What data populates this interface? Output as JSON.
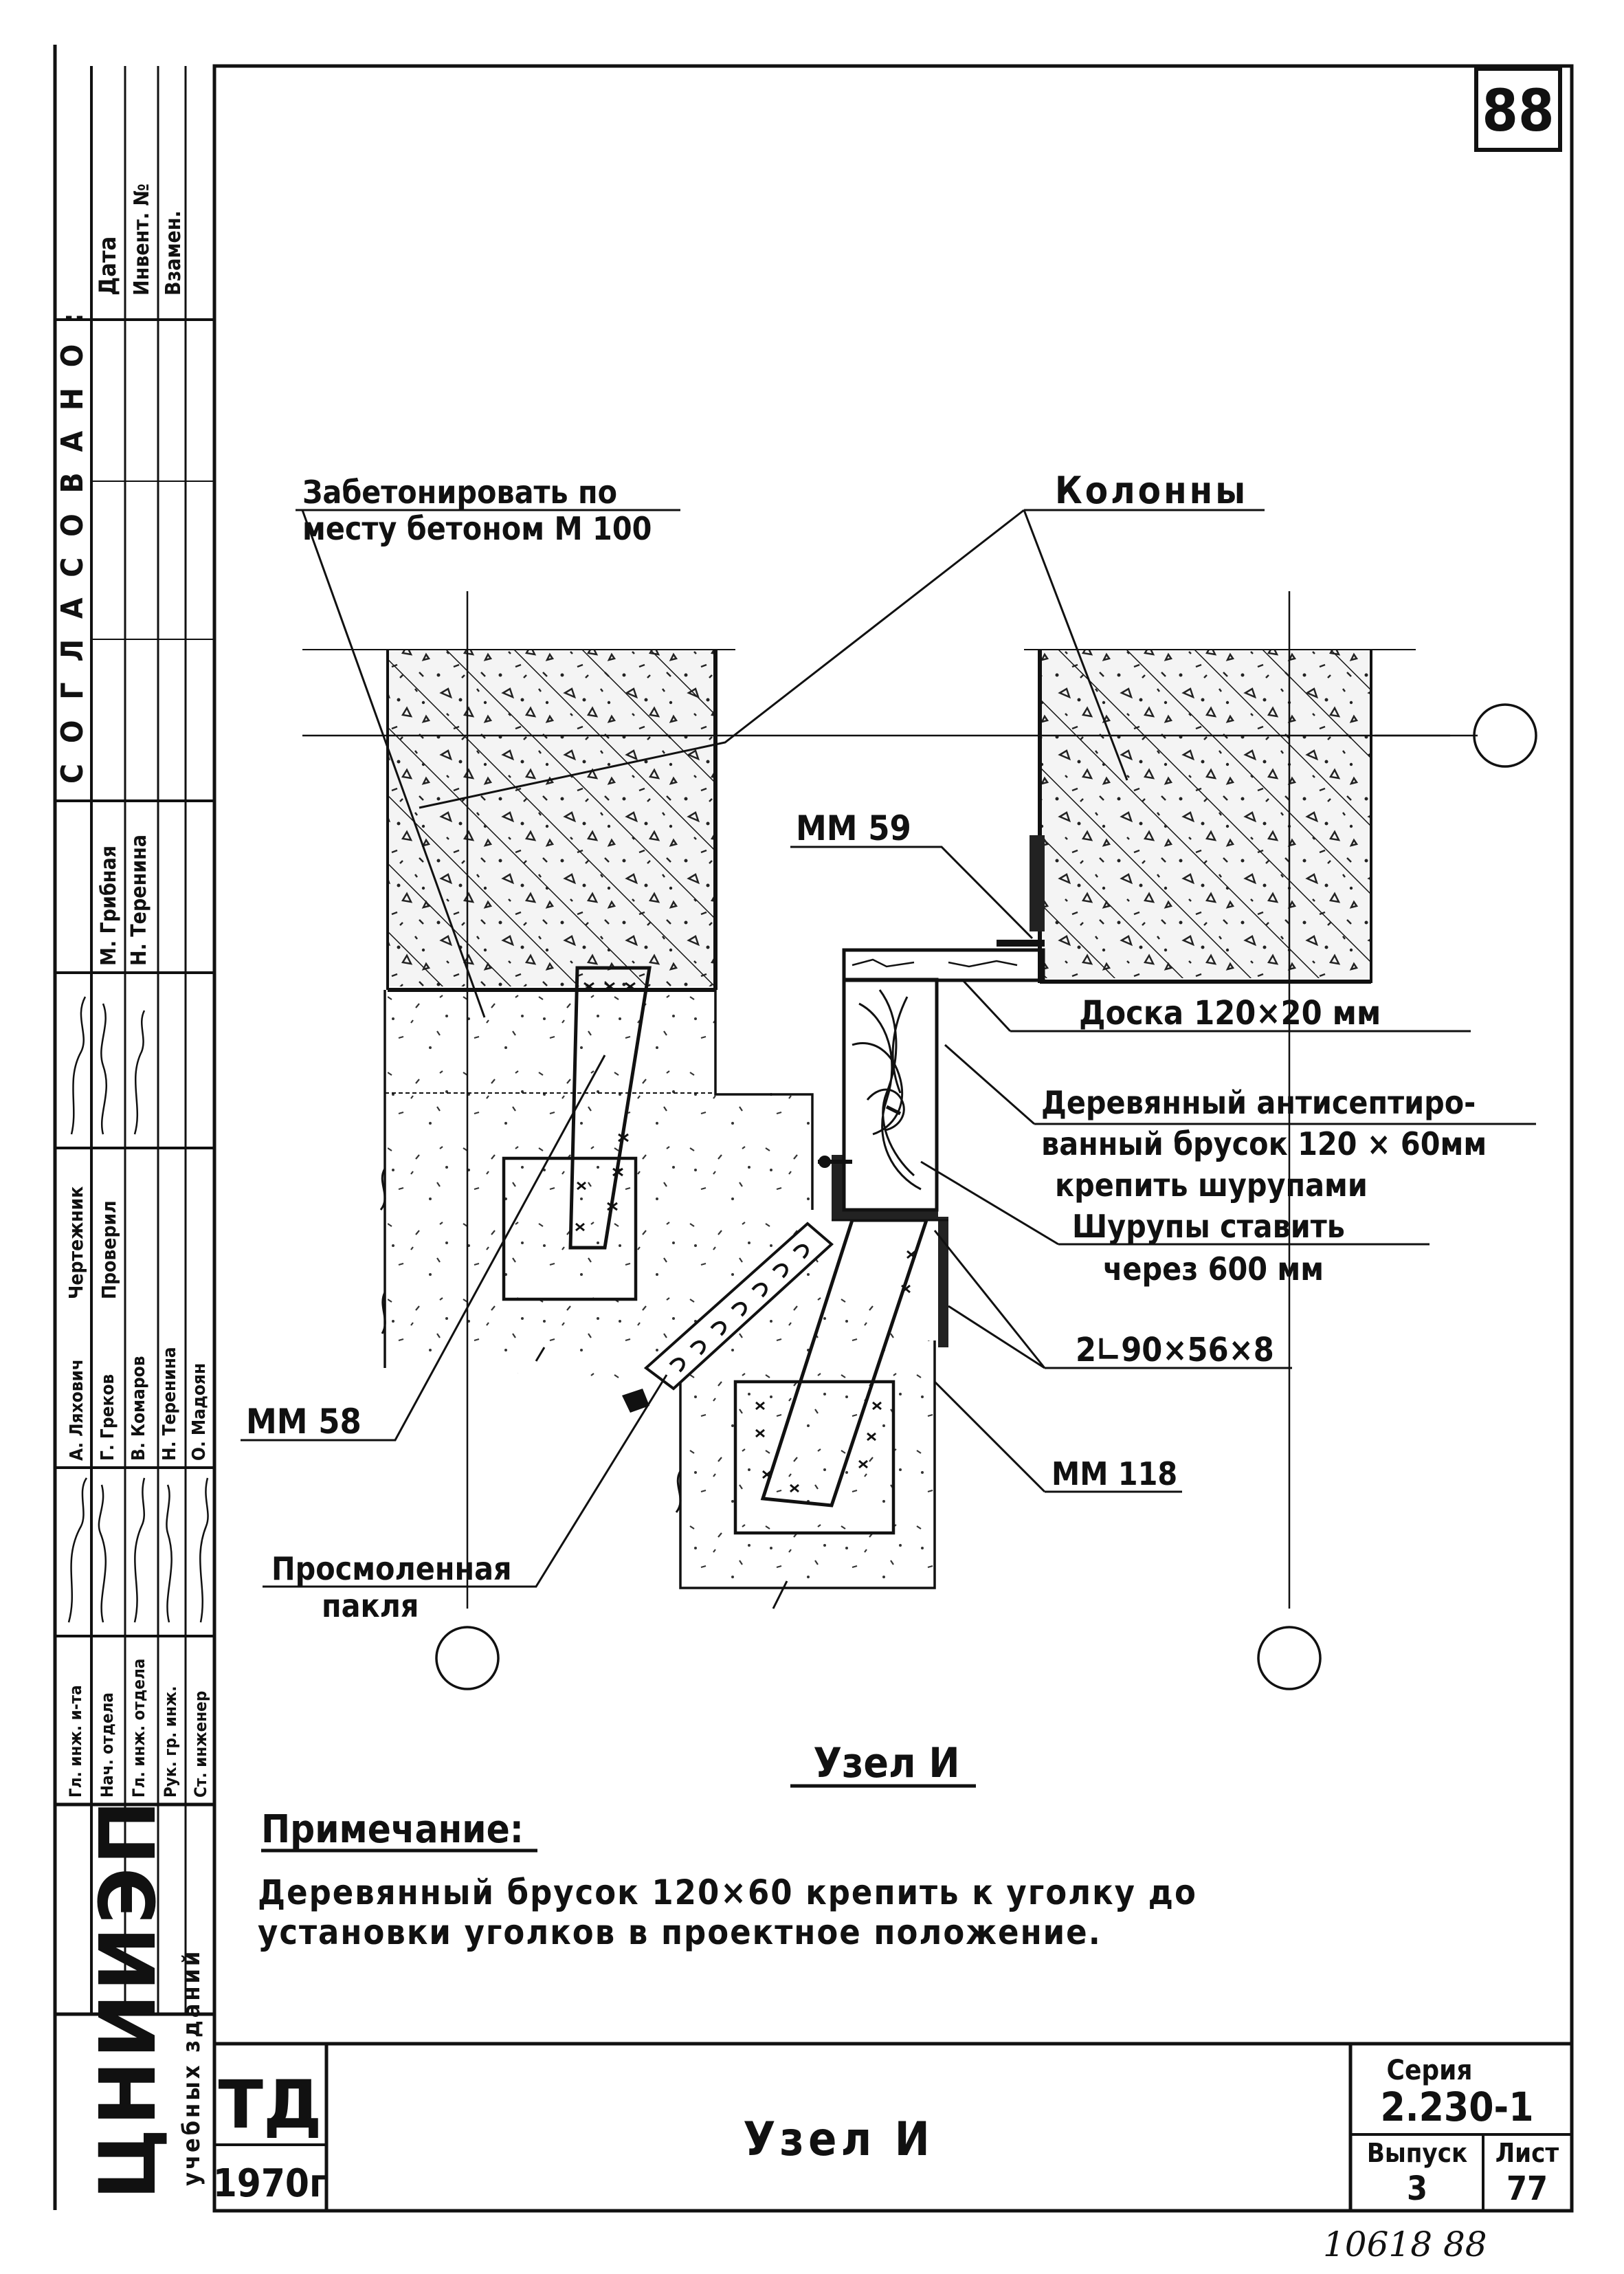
{
  "sheet": {
    "number": "88",
    "footer_note": "10618 88"
  },
  "side_stamp": {
    "columns_top": [
      "Дата",
      "Инвент. №",
      "Взамен."
    ],
    "agreed": "С О Г Л А С О В А Н О :",
    "roles": [
      "Чертежник",
      "Проверил"
    ],
    "names_mid": [
      "М. Грибная",
      "Н. Теренина"
    ],
    "positions": [
      "Гл. инж. и-та",
      "Нач. отдела",
      "Гл. инж. отдела",
      "Рук. гр. инж.",
      "Ст. инженер"
    ],
    "people": [
      "А. Ляхович",
      "Г. Греков",
      "В. Комаров",
      "Н. Теренина",
      "О. Мадоян"
    ],
    "org": "ЦНИИЭП",
    "org_sub": "учебных зданий"
  },
  "labels": {
    "concrete": [
      "Забетонировать по",
      "месту бетоном М 100"
    ],
    "columns": "Колонны",
    "mm59": "ММ 59",
    "board": "Доска 120×20 мм",
    "bar_1": "Деревянный антисептиро-",
    "bar_2": "ванный брусок 120 × 60мм",
    "bar_3": "крепить шурупами",
    "screws_1": "Шурупы ставить",
    "screws_2": "через 600 мм",
    "angle": "2∟90×56×8",
    "mm118": "ММ 118",
    "mm58": "ММ 58",
    "tow_1": "Просмоленная",
    "tow_2": "пакля"
  },
  "node_title": "Узел И",
  "note": {
    "heading": "Примечание:",
    "line1": "Деревянный брусок 120×60 крепить к уголку до",
    "line2": "установки уголков в проектное положение."
  },
  "title_block": {
    "td": "ТД",
    "year": "1970г",
    "title": "Узел И",
    "series_label": "Серия",
    "series": "2.230-1",
    "issue_label": "Выпуск",
    "issue": "3",
    "sheet_label": "Лист",
    "sheet": "77"
  }
}
